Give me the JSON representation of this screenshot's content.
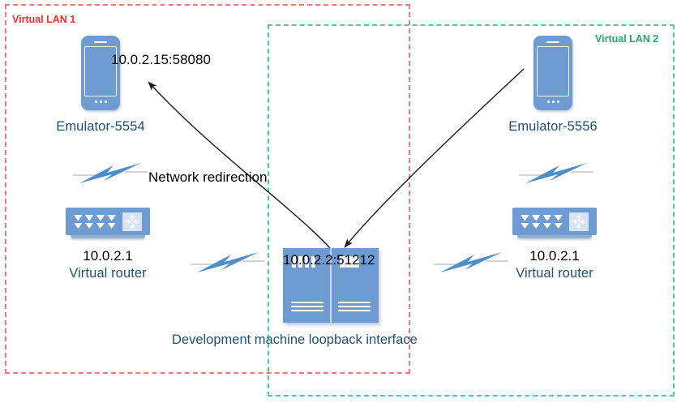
{
  "diagram": {
    "title": "Android emulator network redirection diagram",
    "colors": {
      "lan1_border": "#F4777A",
      "lan1_label": "#FF2B2B",
      "lan2_border": "#52C99A",
      "lan2_label": "#14B06A",
      "device_blue": "#6E9BD1",
      "label_blue": "#1F4E79",
      "ip_black": "#000000",
      "arrow": "#1A1A1A"
    },
    "boundaries": [
      {
        "name": "Virtual LAN 1",
        "label": "Virtual LAN 1",
        "style": "dashed",
        "color": "#FF2B2B"
      },
      {
        "name": "Virtual LAN 2",
        "label": "Virtual LAN 2",
        "style": "dashed",
        "color": "#14B06A"
      }
    ],
    "nodes": {
      "emulator_left": {
        "icon": "smartphone-icon",
        "label": "Emulator-5554",
        "address": "10.0.2.15:58080"
      },
      "emulator_right": {
        "icon": "smartphone-icon",
        "label": "Emulator-5556"
      },
      "router_left": {
        "icon": "router-icon",
        "address": "10.0.2.1",
        "label": "Virtual router"
      },
      "router_right": {
        "icon": "router-icon",
        "address": "10.0.2.1",
        "label": "Virtual router"
      },
      "loopback_server": {
        "icon": "server-icon",
        "address": "10.0.2.2:51212",
        "label": "Development machine loopback interface"
      }
    },
    "annotations": [
      {
        "name": "network-redirection",
        "text": "Network redirection"
      }
    ],
    "links": [
      {
        "name": "link-emulator-left-router-left",
        "icon": "lightning-link-icon"
      },
      {
        "name": "link-router-left-server",
        "icon": "lightning-link-icon"
      },
      {
        "name": "link-emulator-right-router-right",
        "icon": "lightning-link-icon"
      },
      {
        "name": "link-router-right-server",
        "icon": "lightning-link-icon"
      }
    ],
    "arrows": [
      {
        "name": "arrow-server-to-emulator-left",
        "from": "loopback_server",
        "to": "emulator_left",
        "direction": "to-emulator"
      },
      {
        "name": "arrow-emulator-right-to-server",
        "from": "emulator_right",
        "to": "loopback_server",
        "direction": "to-server"
      }
    ]
  }
}
